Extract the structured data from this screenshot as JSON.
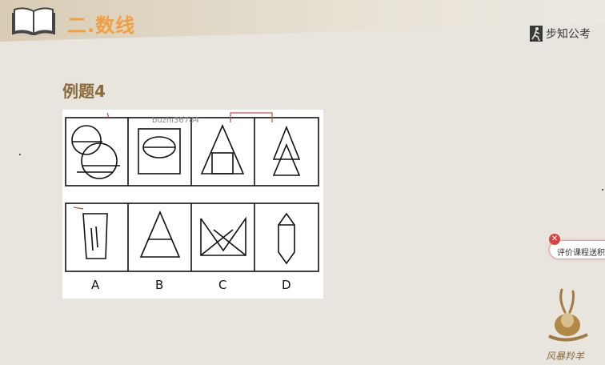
{
  "header": {
    "section_title": "二.数线",
    "brand_name": "步知公考",
    "accent_color": "#f0a040"
  },
  "example": {
    "title": "例题4"
  },
  "puzzle": {
    "watermark": "buzhi36784",
    "options": [
      "A",
      "B",
      "C",
      "D"
    ]
  },
  "rate_widget": {
    "label": "评价课程送积分",
    "close_icon": "close-icon"
  },
  "mascot": {
    "label": "风暴羚羊",
    "icon": "antelope-logo"
  }
}
